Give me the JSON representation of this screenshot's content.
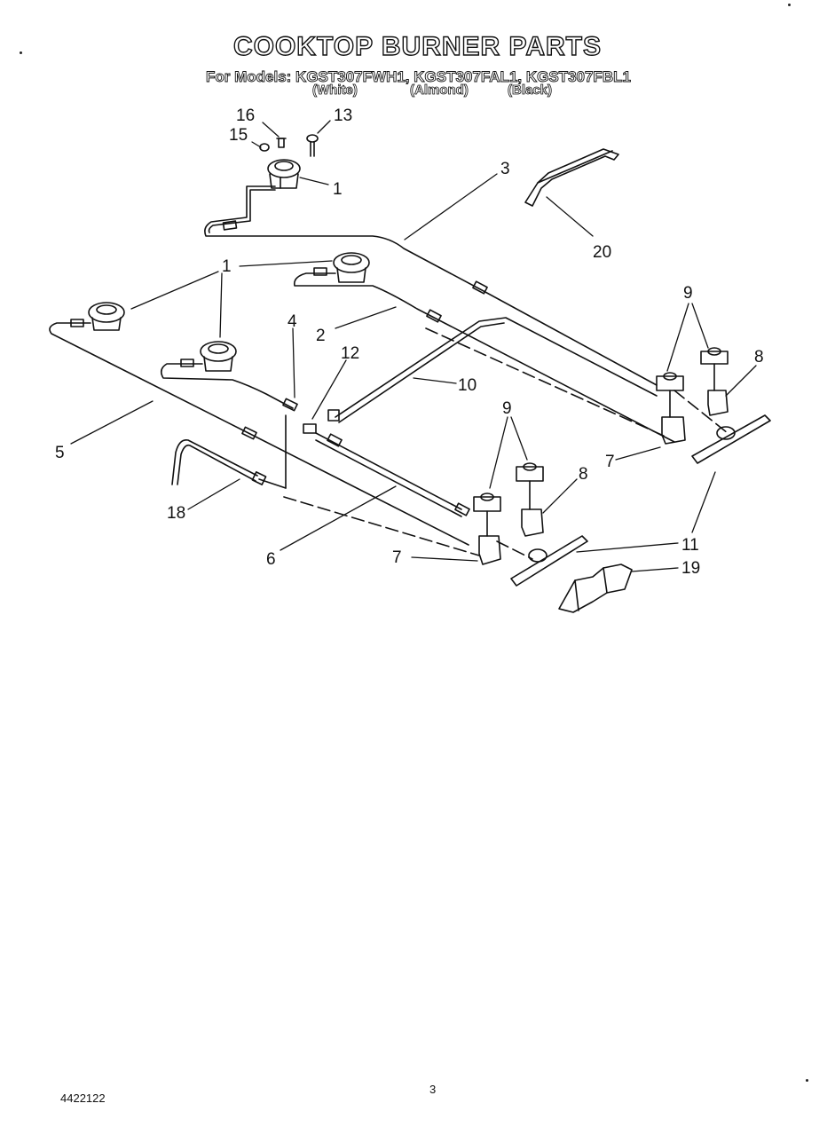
{
  "title": "COOKTOP BURNER PARTS",
  "models_line": "For Models: KGST307FWH1, KGST307FAL1, KGST307FBL1",
  "colors": {
    "white": "(White)",
    "almond": "(Almond)",
    "black": "(Black)"
  },
  "callouts": {
    "c16": "16",
    "c13": "13",
    "c15": "15",
    "c1_top": "1",
    "c3": "3",
    "c20": "20",
    "c1_mid": "1",
    "c4": "4",
    "c2": "2",
    "c12": "12",
    "c10": "10",
    "c9_right": "9",
    "c8_right": "8",
    "c7_right": "7",
    "c5": "5",
    "c9_mid": "9",
    "c8_mid": "8",
    "c18": "18",
    "c6": "6",
    "c7_mid": "7",
    "c11": "11",
    "c19": "19"
  },
  "footer": {
    "doc_code": "4422122",
    "page": "3"
  },
  "line_color": "#111111"
}
